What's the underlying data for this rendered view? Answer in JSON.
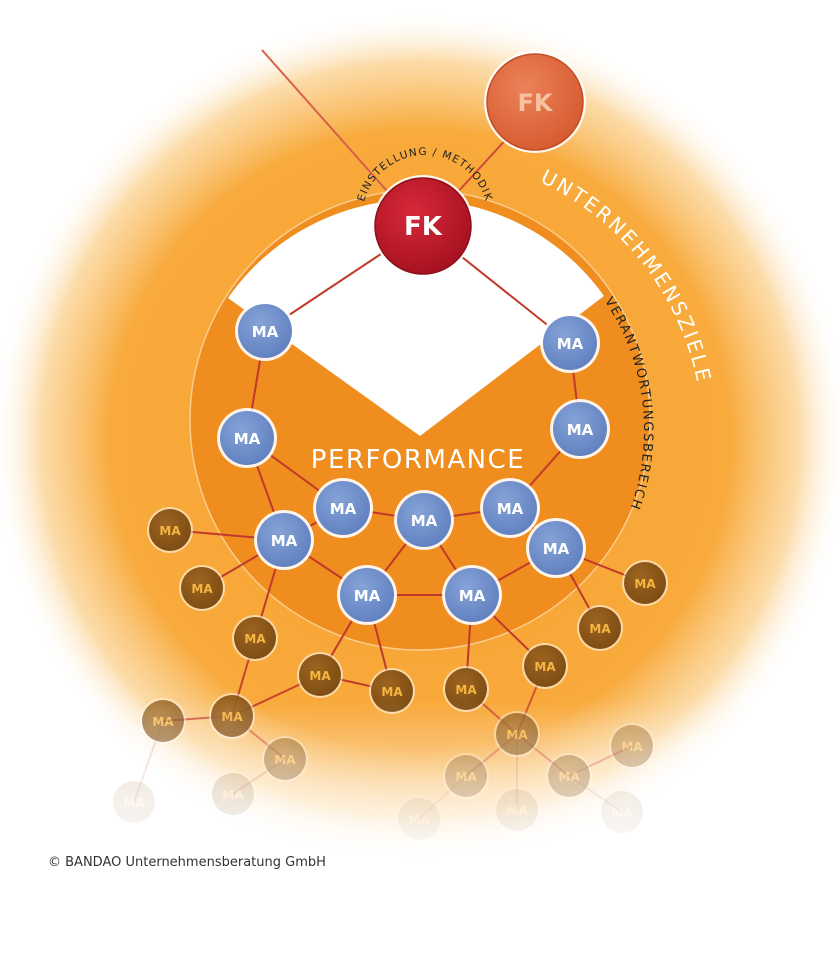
{
  "diagram": {
    "top_node": "FK",
    "lead_node": "FK",
    "member_label": "MA",
    "center_label": "PERFORMANCE",
    "arc_small": "EINSTELLUNG / METHODIK",
    "arc_right_outer": "UNTERNEHMENSZIELE",
    "arc_right_inner": "VERANTWORTUNGSBEREICH"
  },
  "footer": {
    "copyright": "© BANDAO Unternehmensberatung GmbH"
  },
  "colors": {
    "glow": "#f7a530",
    "field": "#f08d1f",
    "lead_red": "#c0172a",
    "top_red": "#e06a3e",
    "member_blue": "#6f8fcb",
    "outer_brown": "#8a5518",
    "line": "#c0392b"
  }
}
